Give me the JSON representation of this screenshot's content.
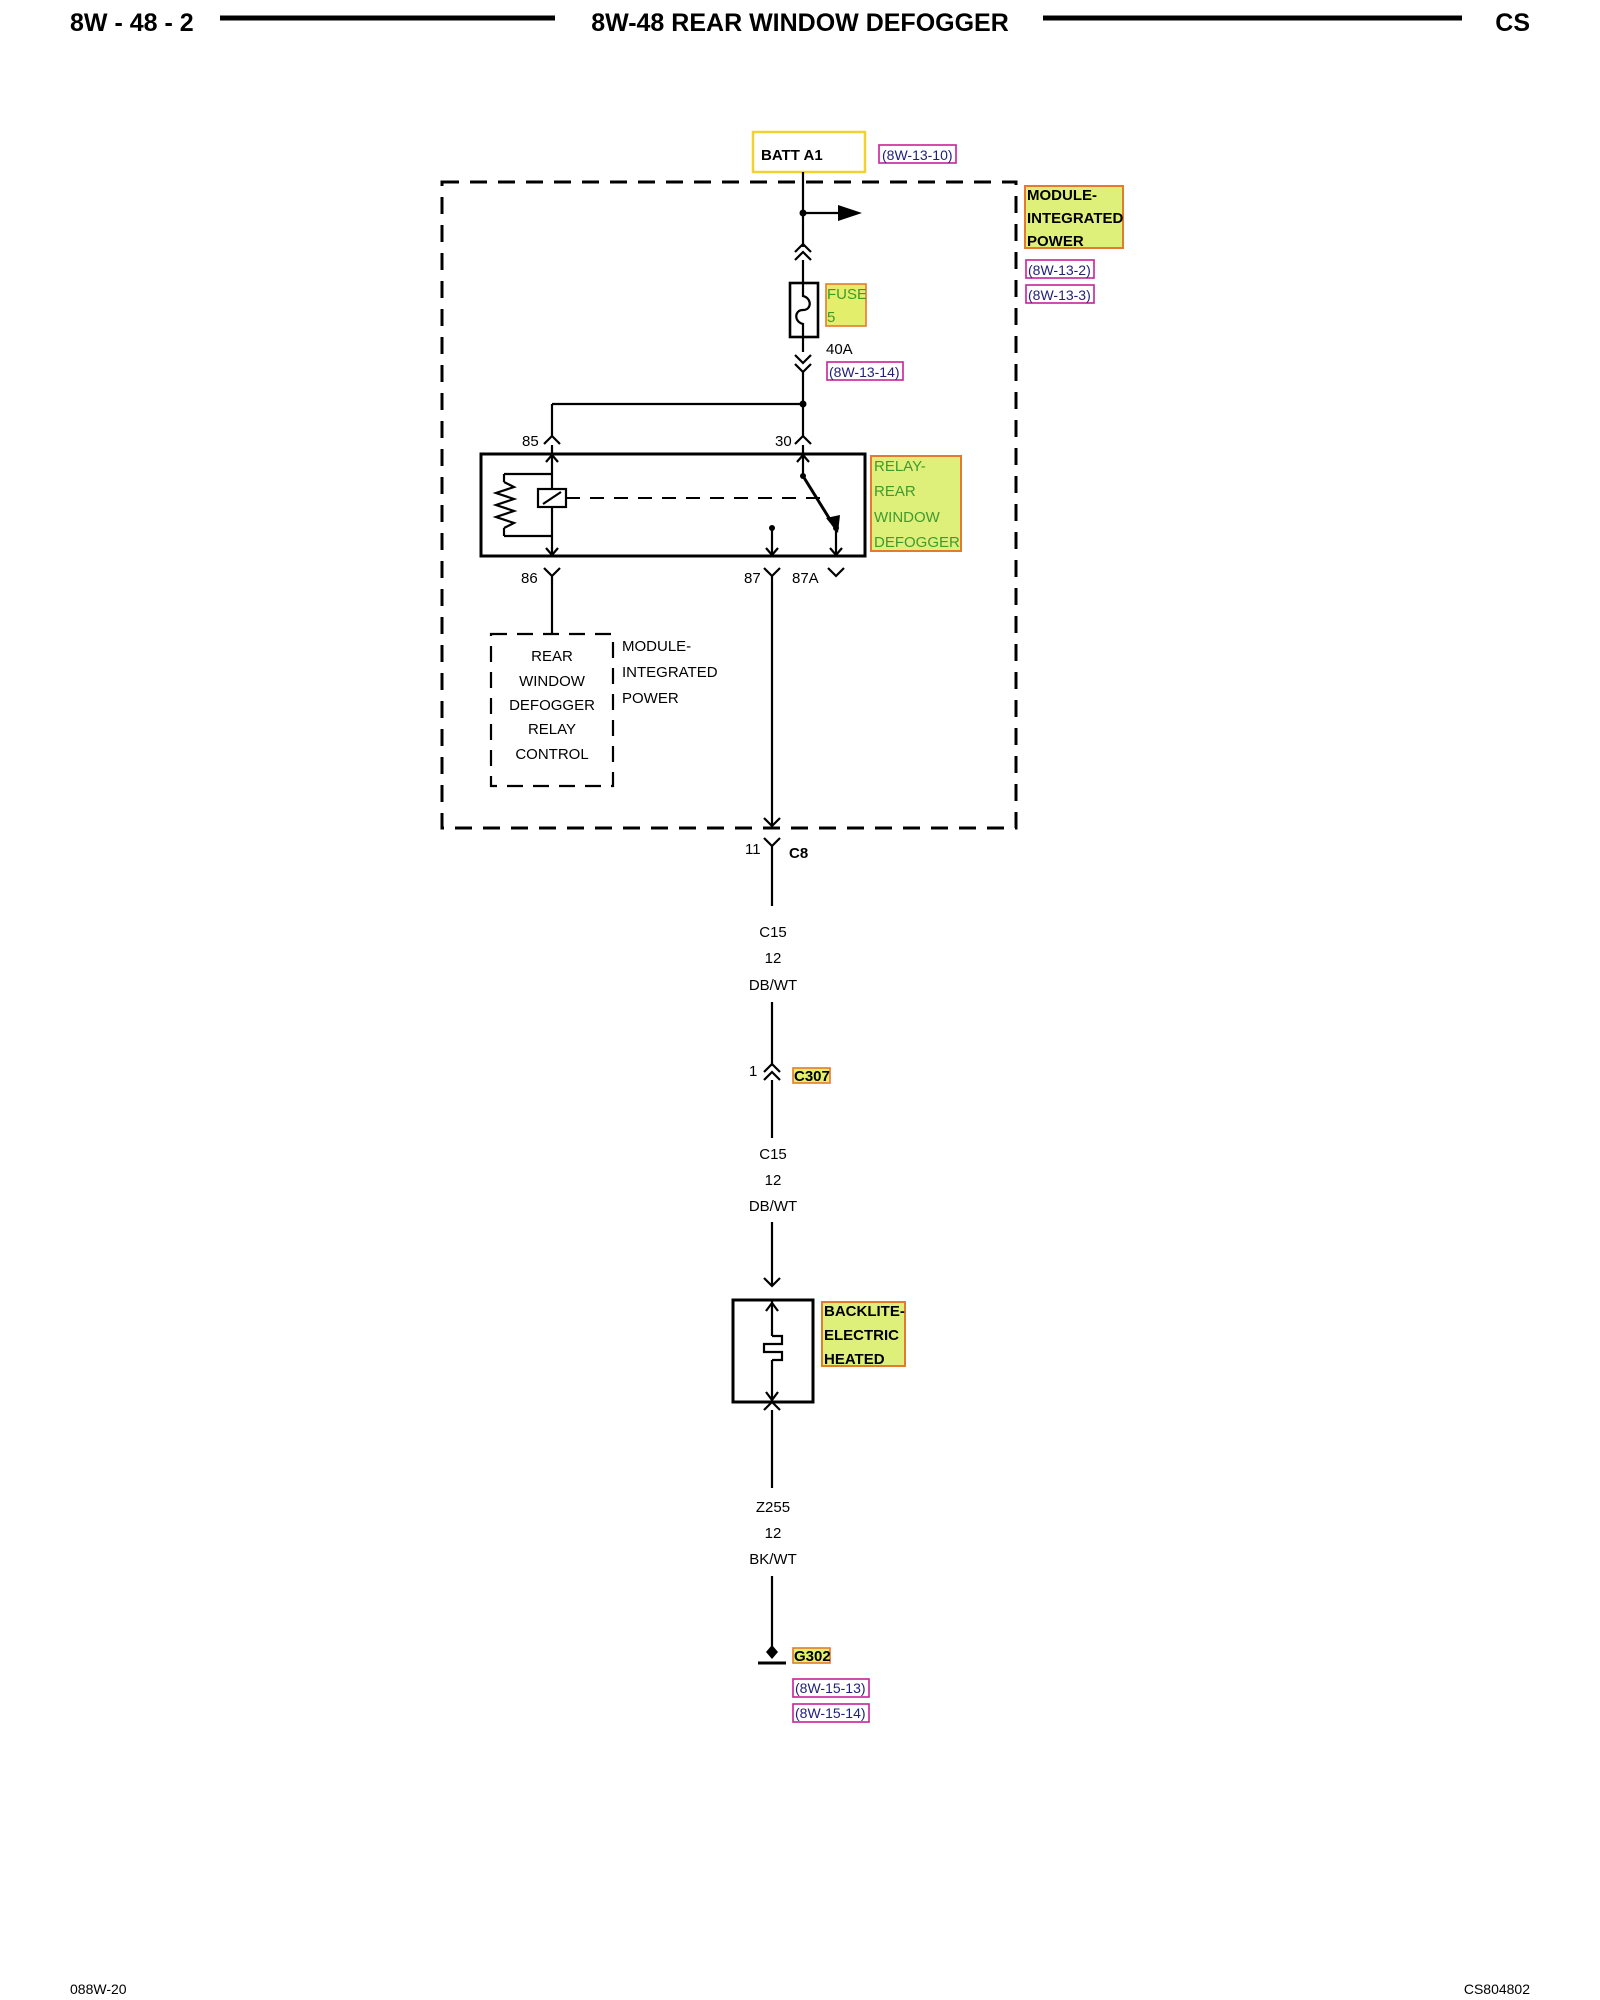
{
  "header": {
    "page_code": "8W - 48 - 2",
    "title": "8W-48 REAR WINDOW DEFOGGER",
    "section": "CS"
  },
  "footer": {
    "left_code": "088W-20",
    "right_code": "CS804802"
  },
  "power_source": {
    "label": "BATT A1",
    "ref": "(8W-13-10)"
  },
  "module": {
    "label_lines": [
      "MODULE-",
      "INTEGRATED",
      "POWER"
    ],
    "refs": [
      "(8W-13-2)",
      "(8W-13-3)"
    ]
  },
  "fuse": {
    "label_lines": [
      "FUSE",
      "5"
    ],
    "rating": "40A",
    "ref": "(8W-13-14)"
  },
  "relay": {
    "label_lines": [
      "RELAY-",
      "REAR",
      "WINDOW",
      "DEFOGGER"
    ],
    "pins": {
      "p85": "85",
      "p30": "30",
      "p86": "86",
      "p87": "87",
      "p87a": "87A"
    }
  },
  "control_block": {
    "label_lines": [
      "REAR",
      "WINDOW",
      "DEFOGGER",
      "RELAY",
      "CONTROL"
    ],
    "side_label_lines": [
      "MODULE-",
      "INTEGRATED",
      "POWER"
    ]
  },
  "connector_c8": {
    "pin": "11",
    "name": "C8"
  },
  "wire_1": {
    "circuit": "C15",
    "gauge": "12",
    "color": "DB/WT"
  },
  "connector_c307": {
    "pin": "1",
    "name": "C307"
  },
  "wire_2": {
    "circuit": "C15",
    "gauge": "12",
    "color": "DB/WT"
  },
  "backlite": {
    "label_lines": [
      "BACKLITE-",
      "ELECTRIC",
      "HEATED"
    ]
  },
  "wire_3": {
    "circuit": "Z255",
    "gauge": "12",
    "color": "BK/WT"
  },
  "ground": {
    "name": "G302",
    "refs": [
      "(8W-15-13)",
      "(8W-15-14)"
    ]
  }
}
